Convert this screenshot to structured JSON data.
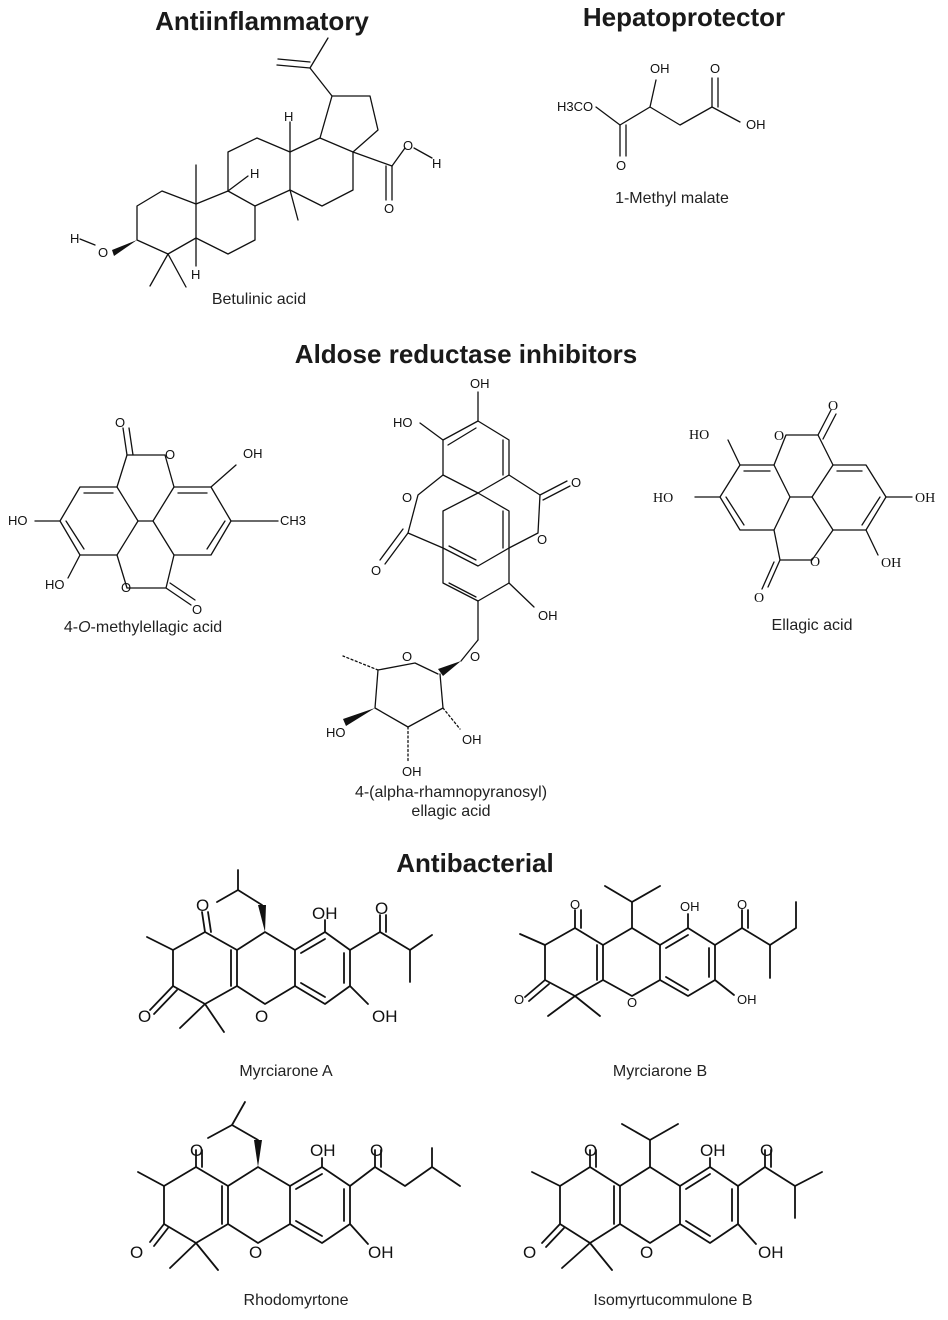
{
  "sections": {
    "anti_inflammatory": "Antiinflammatory",
    "hepatoprotector": "Hepatoprotector",
    "aldose": "Aldose reductase inhibitors",
    "antibacterial": "Antibacterial"
  },
  "compounds": {
    "betulinic": "Betulinic acid",
    "methyl_malate": "1-Methyl malate",
    "methylellagic_prefix": "4-",
    "methylellagic_o": "O",
    "methylellagic_suffix": "-methylellagic acid",
    "rhamno_line1": "4-(alpha-rhamnopyranosyl)",
    "rhamno_line2": "ellagic acid",
    "ellagic": "Ellagic acid",
    "myrciarone_a": "Myrciarone A",
    "myrciarone_b": "Myrciarone B",
    "rhodomyrtone": "Rhodomyrtone",
    "isomyrtucommulone": "Isomyrtucommulone B"
  },
  "atoms": {
    "O": "O",
    "OH": "OH",
    "HO": "HO",
    "H": "H",
    "CH3": "CH3",
    "H3CO": "H3CO"
  }
}
